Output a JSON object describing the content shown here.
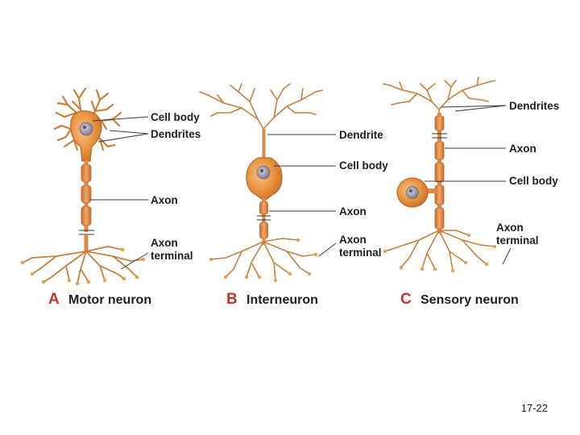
{
  "slide_number": "17-22",
  "colors": {
    "neuron_fill": "#e9a45c",
    "neuron_stroke": "#b86a2c",
    "soma_fill": "#e8913a",
    "nucleus": "#8f8d9c",
    "leader_line": "#3a3a3a",
    "panel_letter": "#c8342a"
  },
  "panels": [
    {
      "letter": "A",
      "name": "Motor neuron",
      "labels": {
        "cell_body": "Cell body",
        "dendrites": "Dendrites",
        "axon": "Axon",
        "axon_terminal_line1": "Axon",
        "axon_terminal_line2": "terminal"
      }
    },
    {
      "letter": "B",
      "name": "Interneuron",
      "labels": {
        "dendrite": "Dendrite",
        "cell_body": "Cell body",
        "axon": "Axon",
        "axon_terminal_line1": "Axon",
        "axon_terminal_line2": "terminal"
      }
    },
    {
      "letter": "C",
      "name": "Sensory neuron",
      "labels": {
        "dendrites": "Dendrites",
        "axon": "Axon",
        "cell_body": "Cell body",
        "axon_terminal_line1": "Axon",
        "axon_terminal_line2": "terminal"
      }
    }
  ]
}
